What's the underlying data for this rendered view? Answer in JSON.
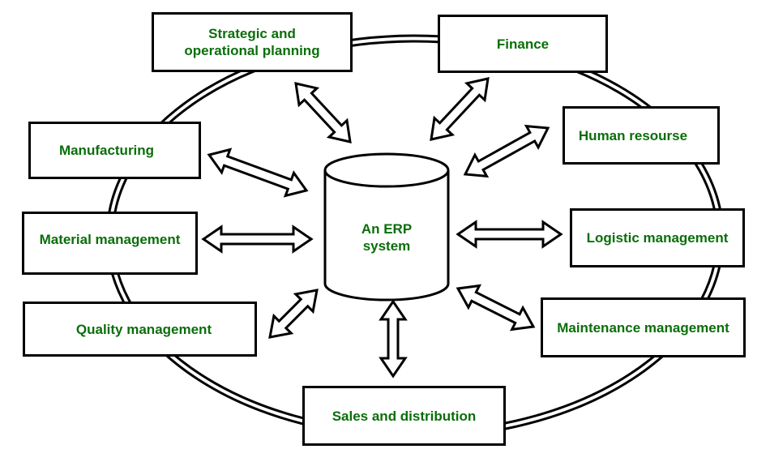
{
  "diagram": {
    "title": "ERP system modules",
    "center": {
      "label_line1": "An ERP",
      "label_line2": "system",
      "shape": "cylinder-database-icon"
    },
    "text_color": "#0a6e0a",
    "line_color": "#000000",
    "modules": [
      {
        "id": "strategic",
        "line1": "Strategic and",
        "line2": "operational planning"
      },
      {
        "id": "finance",
        "line1": "Finance"
      },
      {
        "id": "human",
        "line1": "Human resourse"
      },
      {
        "id": "logistic",
        "line1": "Logistic management"
      },
      {
        "id": "maintenance",
        "line1": "Maintenance management"
      },
      {
        "id": "sales",
        "line1": "Sales and distribution"
      },
      {
        "id": "quality",
        "line1": "Quality management"
      },
      {
        "id": "material",
        "line1": "Material management"
      },
      {
        "id": "manufacturing",
        "line1": "Manufacturing"
      }
    ],
    "connectors": "double-headed arrows between each module and the ERP system"
  }
}
